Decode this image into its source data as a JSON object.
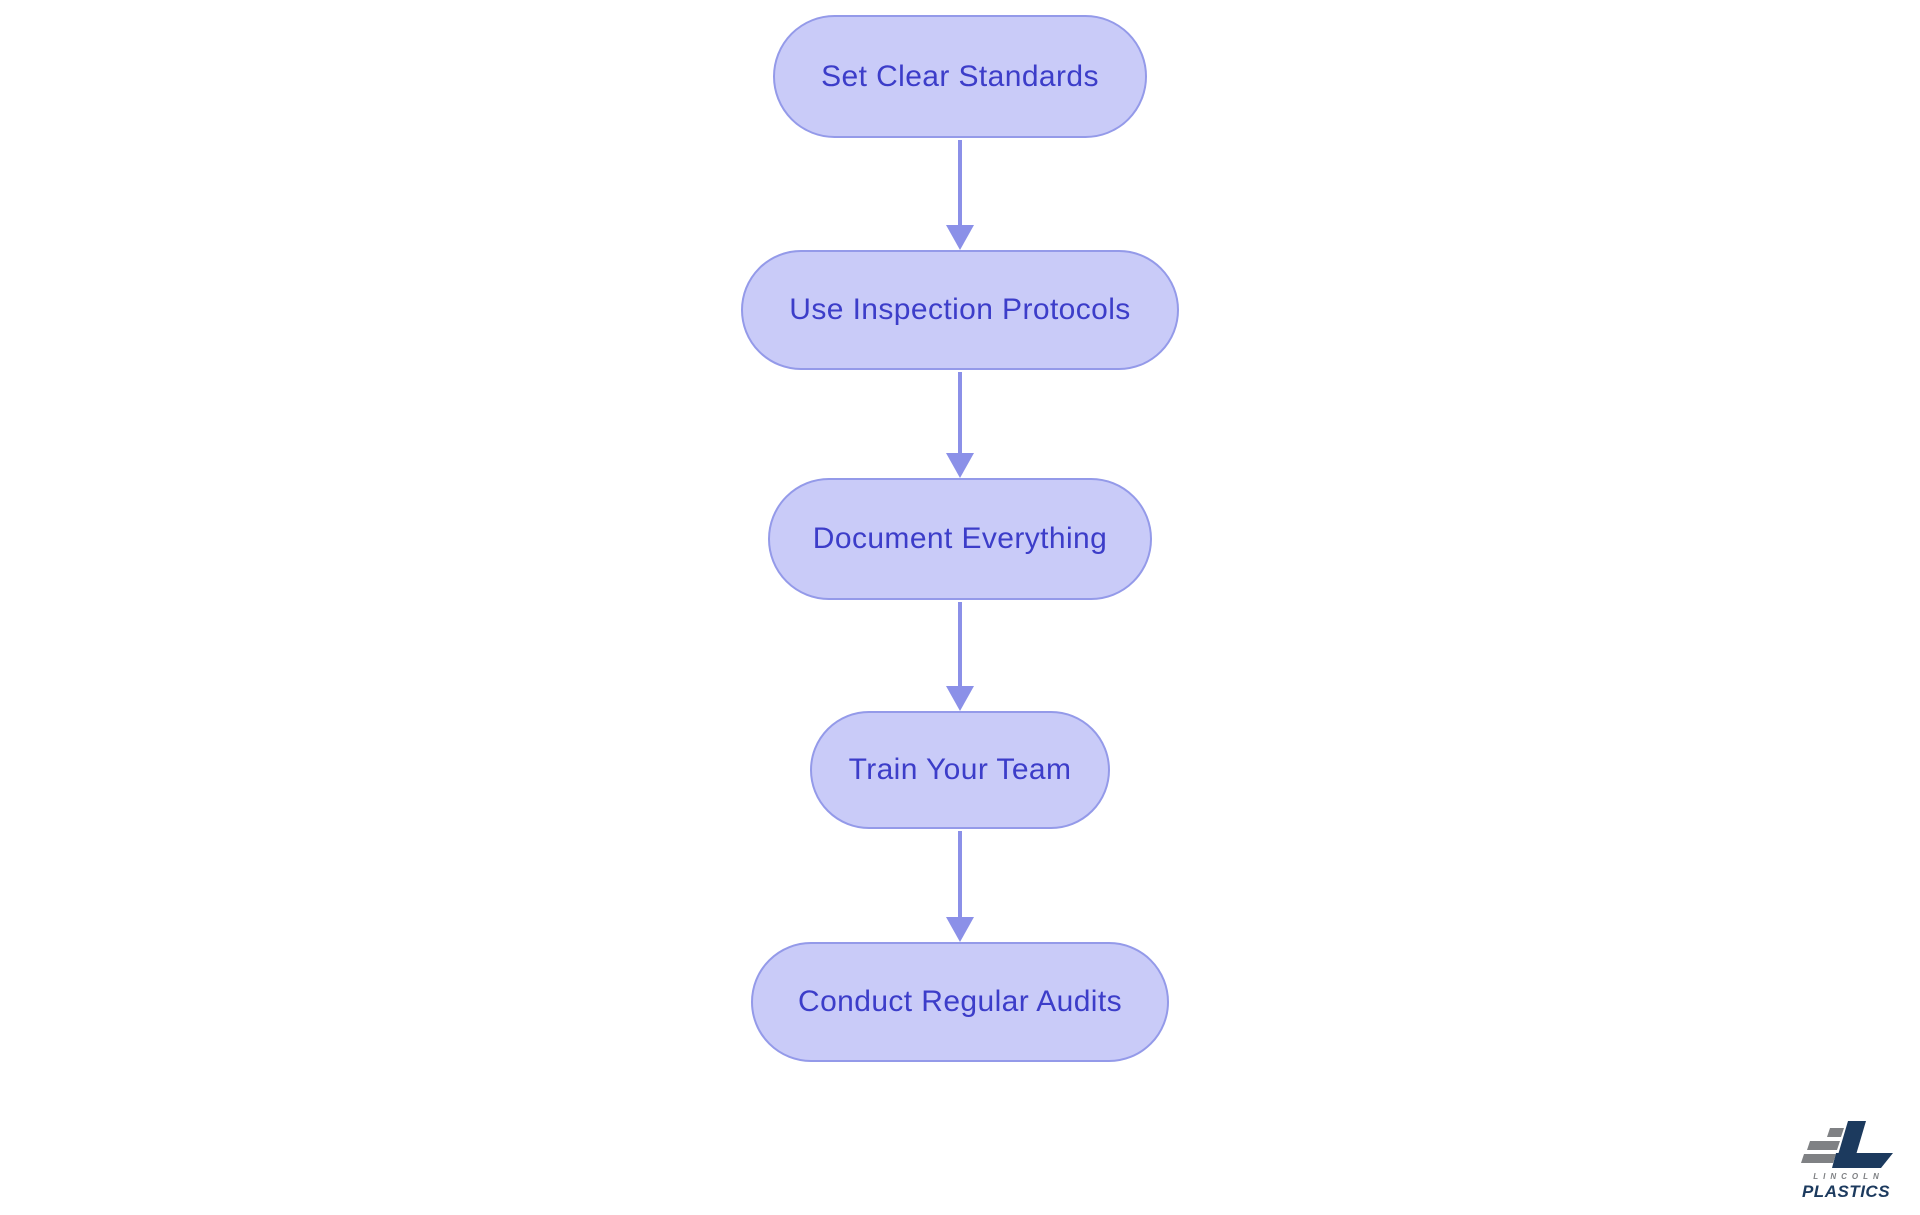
{
  "page": {
    "background_color": "#ffffff"
  },
  "flowchart": {
    "type": "flowchart",
    "direction": "top-down",
    "node_fill_color": "#c9cbf8",
    "node_border_color": "#949ae9",
    "node_text_color": "#3c3dc9",
    "arrow_color": "#8b90e8",
    "nodes": [
      {
        "id": "set-clear-standards",
        "label": "Set Clear Standards"
      },
      {
        "id": "use-inspection-protocols",
        "label": "Use Inspection Protocols"
      },
      {
        "id": "document-everything",
        "label": "Document Everything"
      },
      {
        "id": "train-your-team",
        "label": "Train Your Team"
      },
      {
        "id": "conduct-regular-audits",
        "label": "Conduct Regular Audits"
      }
    ],
    "edges": [
      {
        "from": "set-clear-standards",
        "to": "use-inspection-protocols"
      },
      {
        "from": "use-inspection-protocols",
        "to": "document-everything"
      },
      {
        "from": "document-everything",
        "to": "train-your-team"
      },
      {
        "from": "train-your-team",
        "to": "conduct-regular-audits"
      }
    ]
  },
  "logo": {
    "brand_line1": "LINCOLN",
    "brand_line2": "PLASTICS",
    "navy_color": "#1c3a5e",
    "gray_color": "#7f8184"
  }
}
